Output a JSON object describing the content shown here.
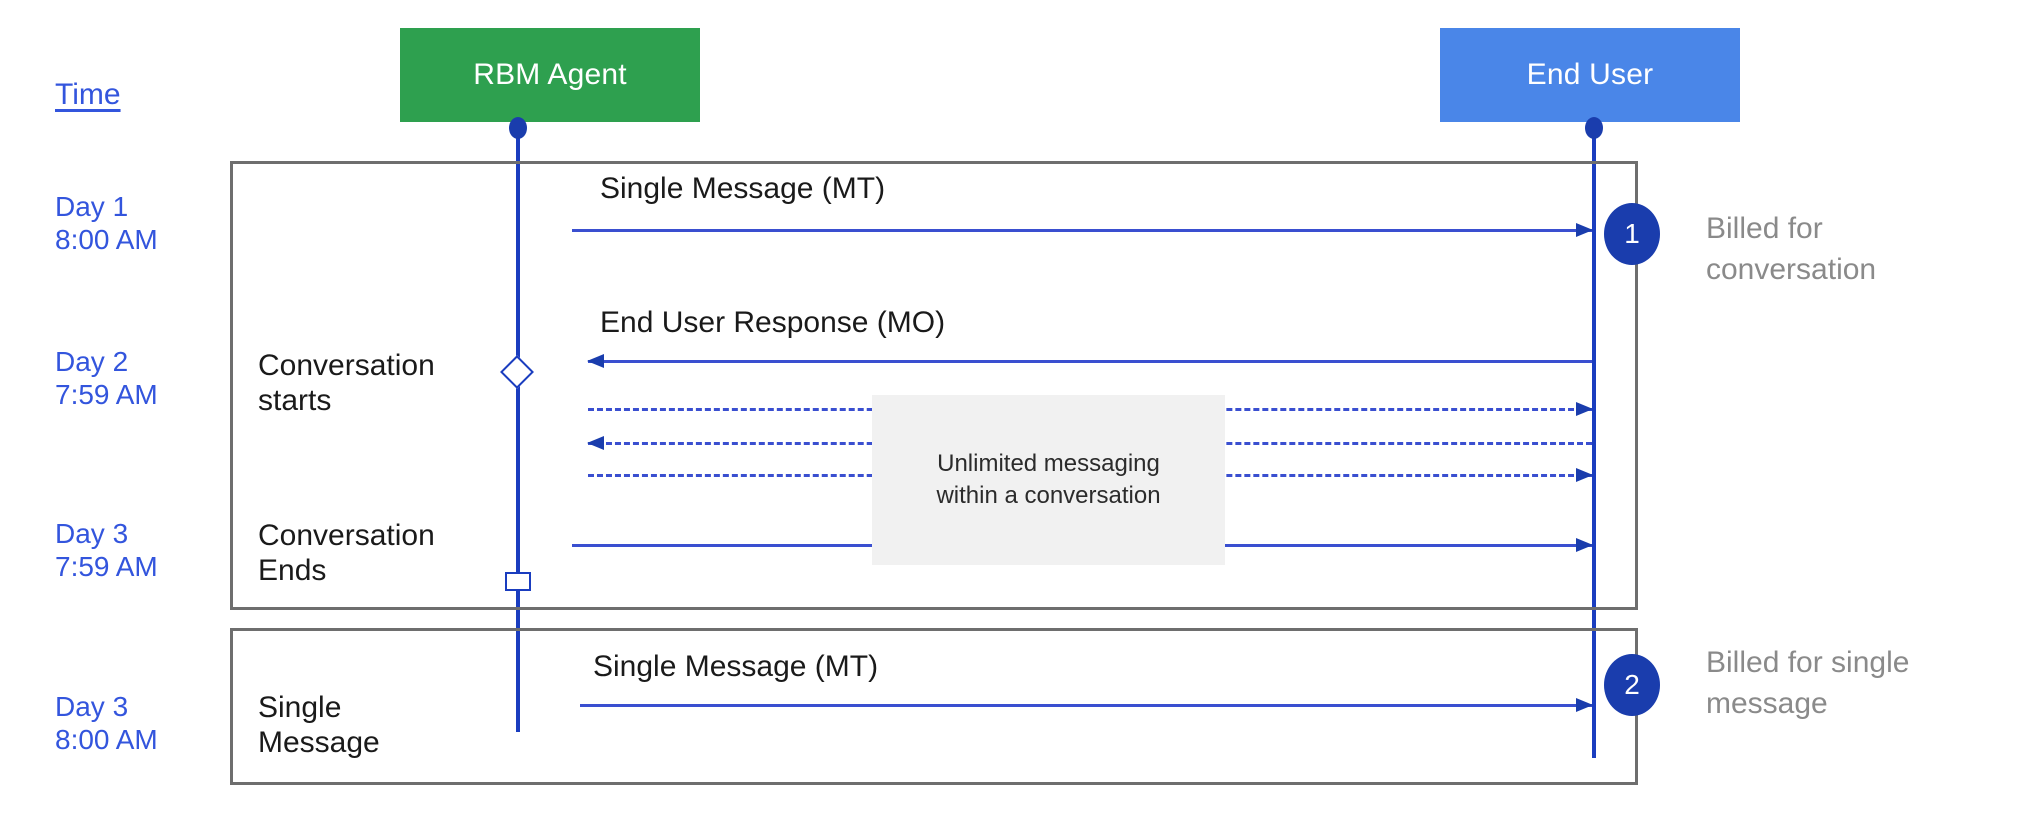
{
  "diagram": {
    "time_column": {
      "header": "Time",
      "entries": [
        {
          "day": "Day 1",
          "time": "8:00 AM"
        },
        {
          "day": "Day 2",
          "time": "7:59 AM"
        },
        {
          "day": "Day 3",
          "time": "7:59 AM"
        },
        {
          "day": "Day 3",
          "time": "8:00 AM"
        }
      ]
    },
    "actors": [
      {
        "name": "rbm-agent",
        "label": "RBM Agent",
        "color": "#2EA04F"
      },
      {
        "name": "end-user",
        "label": "End User",
        "color": "#4A86E8"
      }
    ],
    "groups": [
      {
        "name": "conversation",
        "steps": [
          {
            "line1": "Conversation",
            "line2": "starts"
          },
          {
            "line1": "Conversation",
            "line2": "Ends"
          }
        ],
        "badge": "1",
        "caption": {
          "line1": "Billed for",
          "line2": "conversation"
        }
      },
      {
        "name": "single-message",
        "steps": [
          {
            "line1": "Single",
            "line2": "Message"
          }
        ],
        "badge": "2",
        "caption": {
          "line1": "Billed for single",
          "line2": "message"
        }
      }
    ],
    "messages": [
      {
        "name": "single-message-mt-1",
        "label": "Single Message (MT)",
        "direction": "right",
        "style": "solid"
      },
      {
        "name": "end-user-response-mo",
        "label": "End User Response (MO)",
        "direction": "left",
        "style": "solid"
      },
      {
        "name": "unlimited-msg-1",
        "label": "",
        "direction": "right",
        "style": "dashed"
      },
      {
        "name": "unlimited-msg-2",
        "label": "",
        "direction": "left",
        "style": "dashed"
      },
      {
        "name": "unlimited-msg-3",
        "label": "",
        "direction": "right",
        "style": "dashed"
      },
      {
        "name": "conversation-end-msg",
        "label": "",
        "direction": "right",
        "style": "solid"
      },
      {
        "name": "single-message-mt-2",
        "label": "Single Message (MT)",
        "direction": "right",
        "style": "solid"
      }
    ],
    "note": {
      "line1": "Unlimited messaging",
      "line2": "within a conversation",
      "background": "#F1F1F1"
    },
    "colors": {
      "agent_green": "#2EA04F",
      "user_blue": "#4A86E8",
      "arrow_blue": "#3A4FD0",
      "lifeline_blue": "#1A3DBF",
      "badge_blue": "#1A3DAD",
      "time_text": "#3355DD",
      "caption_gray": "#8A8A8A",
      "group_border": "#6E6E6E"
    }
  }
}
